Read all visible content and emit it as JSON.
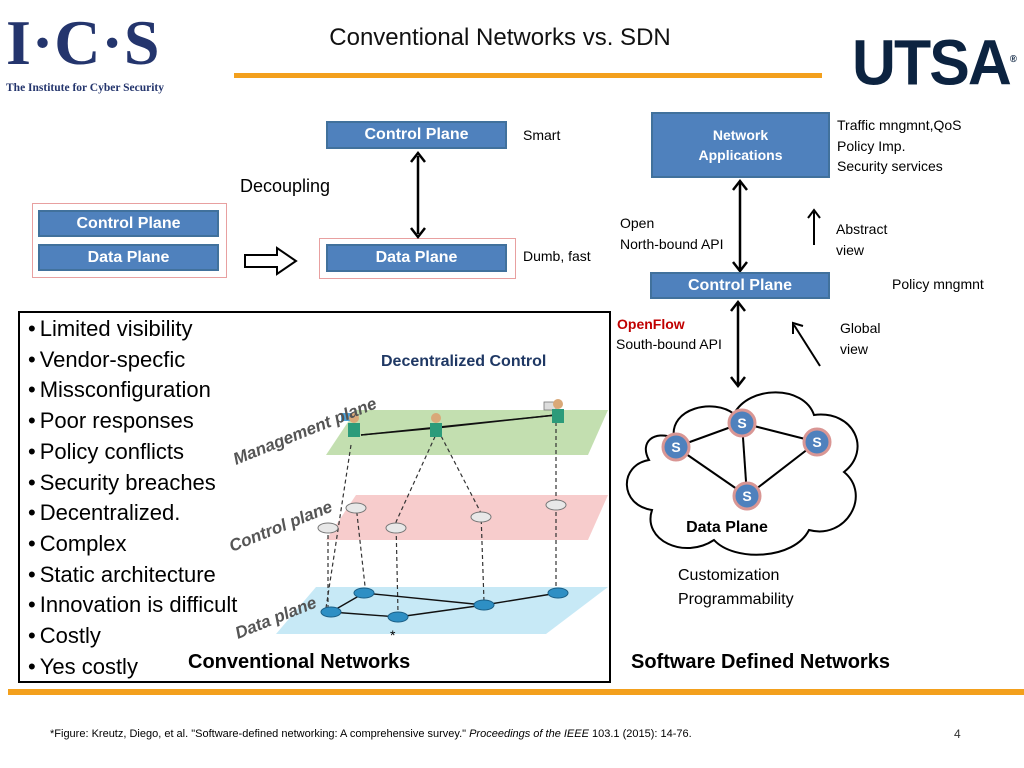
{
  "header": {
    "ics_logo": "I·C·S",
    "ics_tagline": "The Institute for Cyber Security",
    "title": "Conventional Networks vs. SDN",
    "utsa_logo": "UTSA",
    "utsa_reg": "®"
  },
  "left_diagram": {
    "conv_control_plane": "Control Plane",
    "conv_data_plane": "Data Plane",
    "decoupling": "Decoupling",
    "sep_control_plane": "Control Plane",
    "sep_data_plane": "Data Plane",
    "smart": "Smart",
    "dumb_fast": "Dumb, fast"
  },
  "conventional": {
    "items": [
      "Limited visibility",
      "Vendor-specfic",
      "Missconfiguration",
      "Poor responses",
      "Policy conflicts",
      "Security breaches",
      "Decentralized.",
      "Complex",
      "Static architecture",
      "Innovation is difficult",
      "Costly",
      "Yes costly"
    ],
    "decentralized_control": "Decentralized Control",
    "layer_management": "Management plane",
    "layer_control": "Control plane",
    "layer_data": "Data plane",
    "asterisk": "*",
    "caption": "Conventional Networks"
  },
  "sdn": {
    "net_apps_line1": "Network",
    "net_apps_line2": "Applications",
    "traffic_line1": "Traffic mngmnt,QoS",
    "traffic_line2": "Policy Imp.",
    "traffic_line3": "Security services",
    "open_line1": "Open",
    "open_line2": "North-bound API",
    "abstract_line1": "Abstract",
    "abstract_line2": "view",
    "control_plane": "Control Plane",
    "policy": "Policy mngmnt",
    "openflow": "OpenFlow",
    "southbound": "South-bound API",
    "global_line1": "Global",
    "global_line2": "view",
    "switch_label": "S",
    "data_plane": "Data Plane",
    "customization": "Customization",
    "programmability": "Programmability",
    "caption": "Software Defined Networks"
  },
  "footer": {
    "citation_pre": "*Figure: Kreutz, Diego, et al. \"Software-defined networking: A comprehensive survey.\" ",
    "citation_journal": "Proceedings of the IEEE",
    "citation_post": " 103.1 (2015): 14-76.",
    "page_number": "4"
  },
  "colors": {
    "accent_orange": "#f3a01d",
    "box_blue": "#4f81bd",
    "openflow_red": "#c00000",
    "dark_blue_text": "#1f3864"
  }
}
